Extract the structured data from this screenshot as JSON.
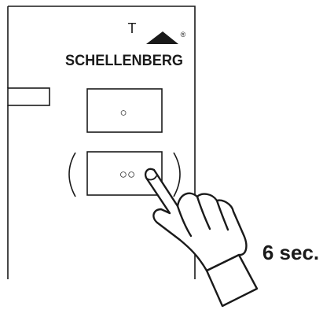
{
  "device": {
    "brand_logo_text": "SCHELLENBERG",
    "registered_mark": "®",
    "top_label": "T",
    "upper_button_symbol": "○",
    "lower_button_symbol": "○○"
  },
  "instruction": {
    "duration_label": "6 sec.",
    "action": "press and hold lower button"
  },
  "colors": {
    "stroke": "#1a1a1a",
    "background": "#ffffff"
  }
}
